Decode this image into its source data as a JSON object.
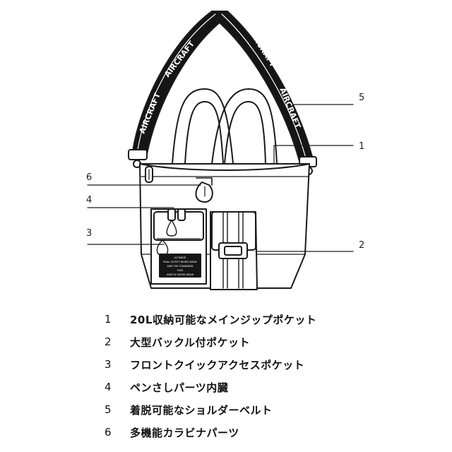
{
  "strap_text": "AIRCRAFT",
  "patch_lines": [
    "ULTIMATE",
    "REAL OUTFIT WORK WEAR",
    "AND THE STANDARD",
    "RUN",
    "HURTLE WORK WEAR"
  ],
  "callouts": [
    "1",
    "2",
    "3",
    "4",
    "5",
    "6"
  ],
  "legend": [
    {
      "num": "1",
      "text": "20L収納可能なメインジップポケット"
    },
    {
      "num": "2",
      "text": "大型バックル付ポケット"
    },
    {
      "num": "3",
      "text": "フロントクイックアクセスポケット"
    },
    {
      "num": "4",
      "text": "ペンさしパーツ内臓"
    },
    {
      "num": "5",
      "text": "着脱可能なショルダーベルト"
    },
    {
      "num": "6",
      "text": "多機能カラビナパーツ"
    }
  ],
  "colors": {
    "line": "#1a1a1a",
    "strap_fill": "#151515",
    "text": "#111111"
  }
}
